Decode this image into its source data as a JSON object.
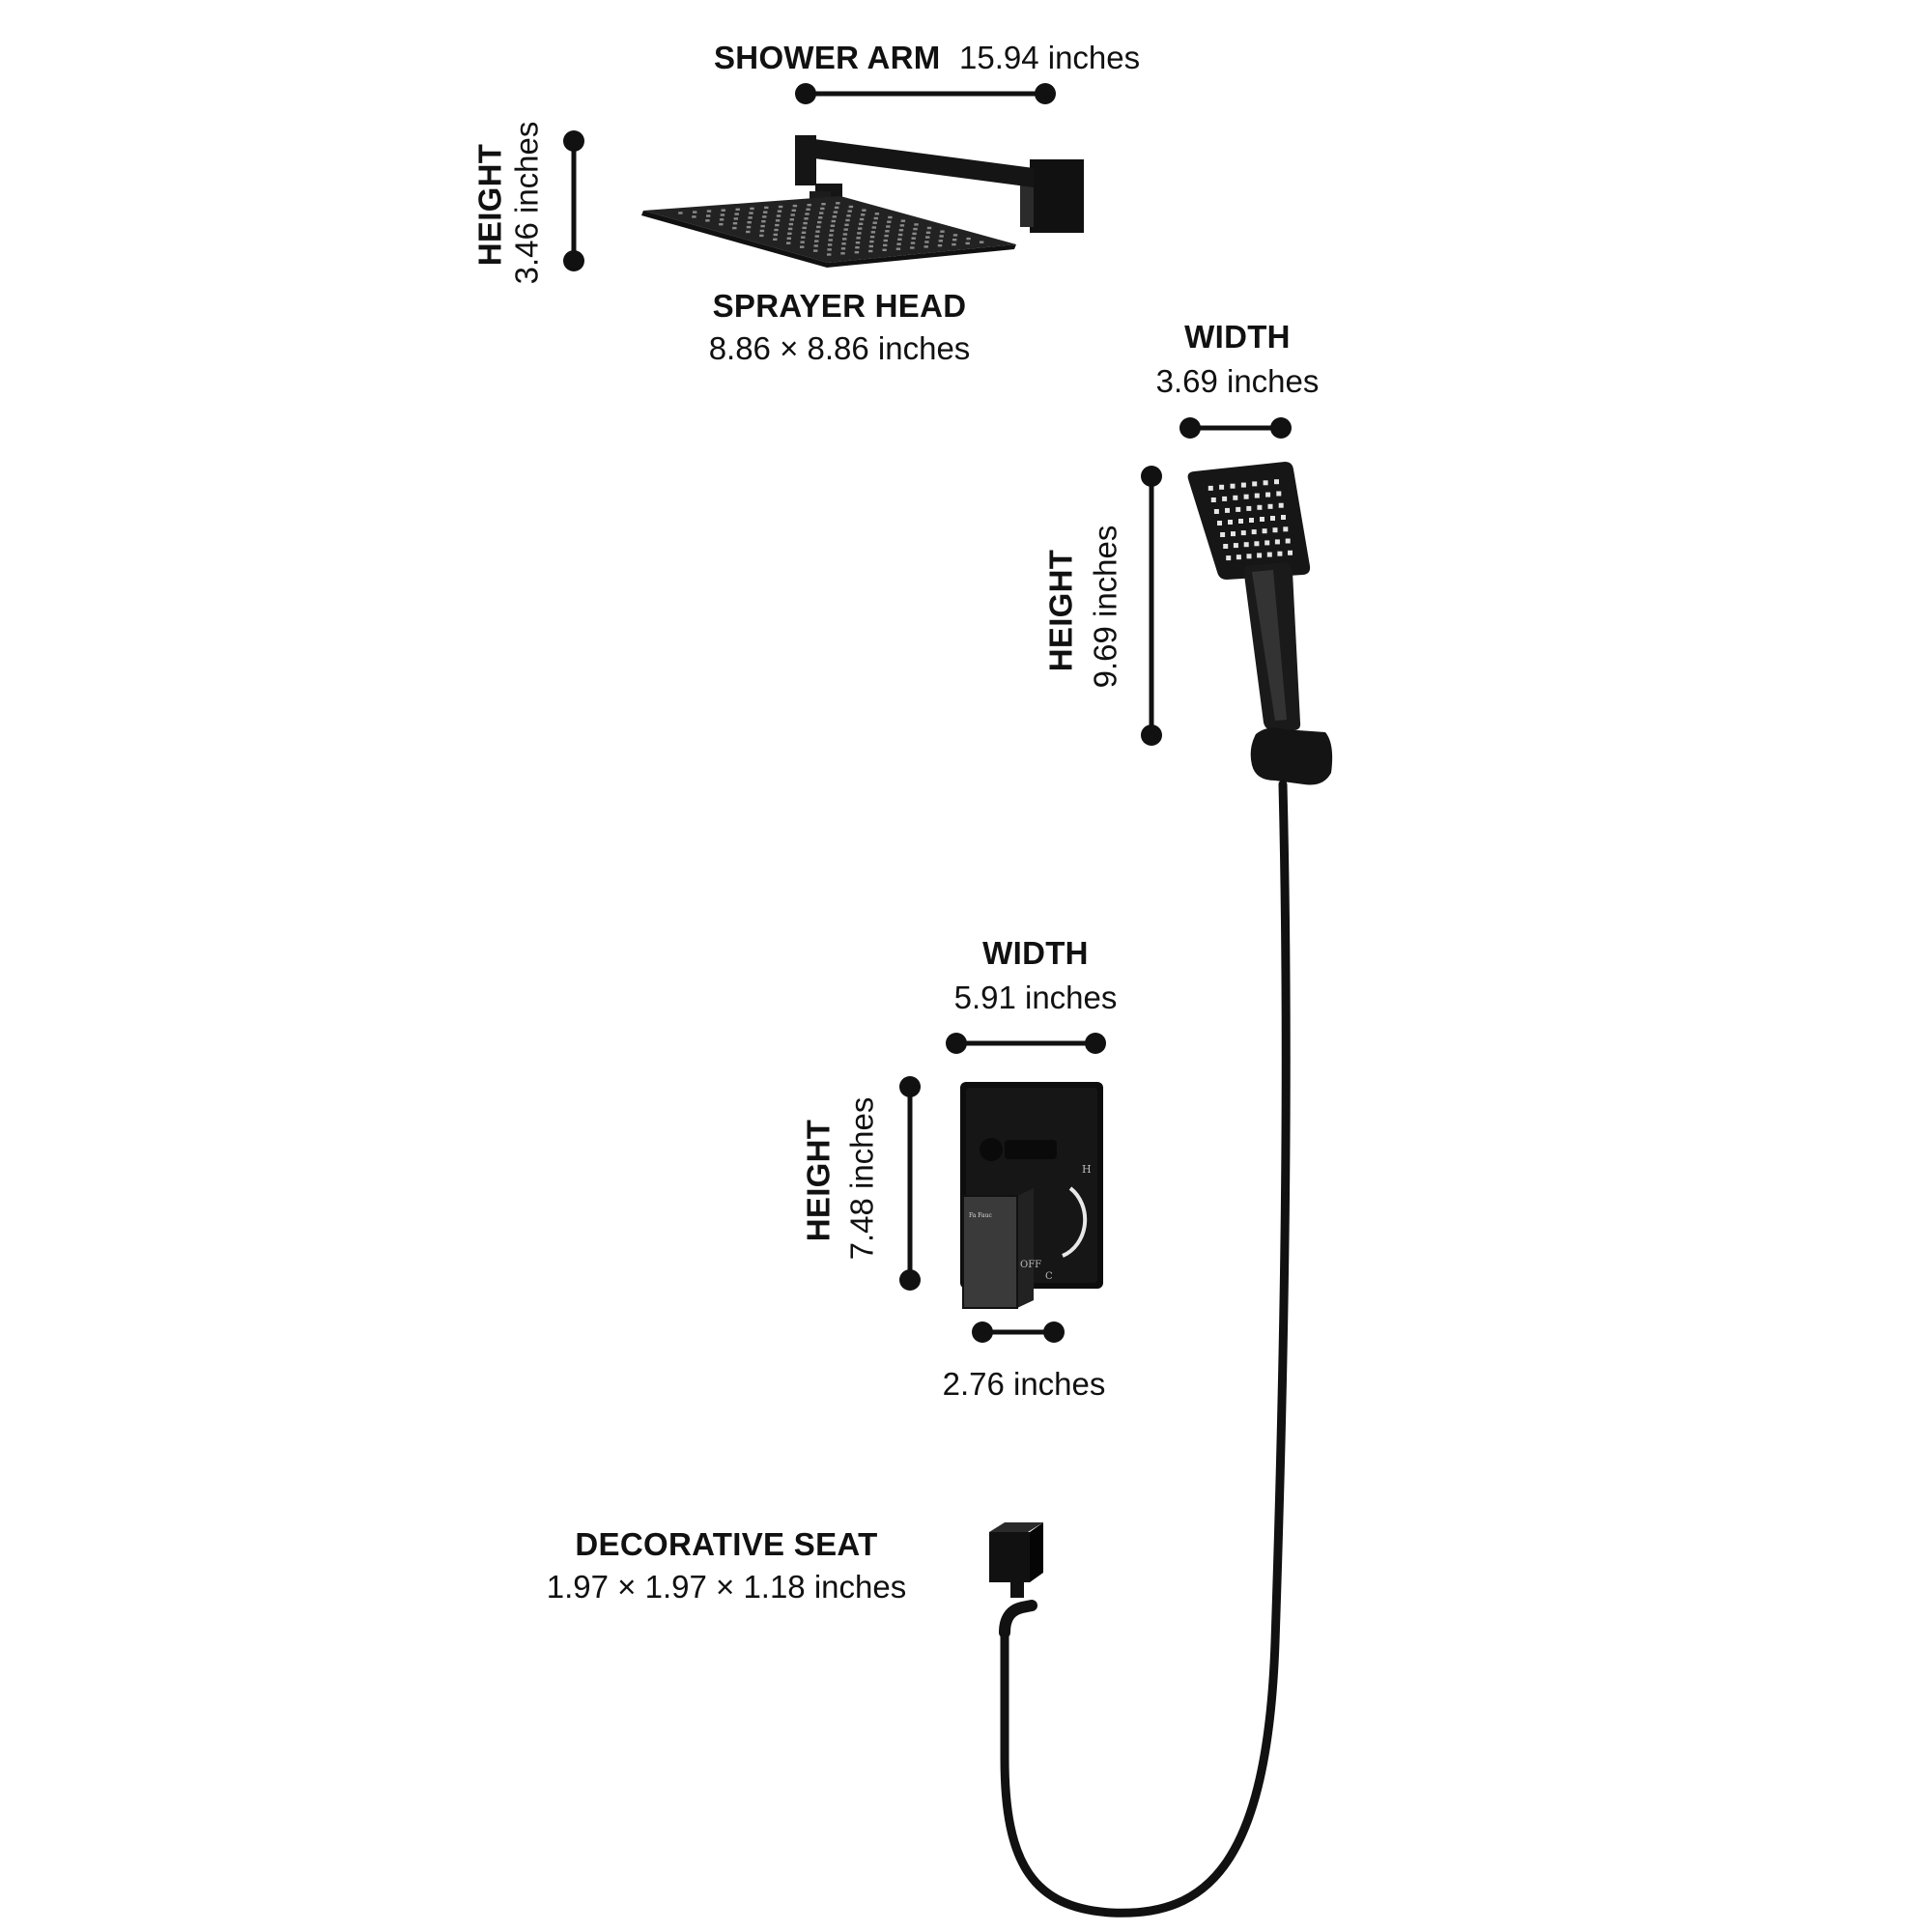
{
  "colors": {
    "fixture": "#111111",
    "fixture_highlight": "#3a3a3a",
    "text": "#111111",
    "background": "#ffffff"
  },
  "shower_arm": {
    "title": "SHOWER ARM",
    "value": "15.94 inches"
  },
  "sprayer_head": {
    "title": "SPRAYER HEAD",
    "value": "8.86 × 8.86 inches",
    "height_title": "HEIGHT",
    "height_value": "3.46 inches"
  },
  "handheld": {
    "width_title": "WIDTH",
    "width_value": "3.69 inches",
    "height_title": "HEIGHT",
    "height_value": "9.69 inches"
  },
  "valve": {
    "width_title": "WIDTH",
    "width_value": "5.91 inches",
    "height_title": "HEIGHT",
    "height_value": "7.48 inches",
    "handle_value": "2.76 inches",
    "marks": {
      "hot": "H",
      "off": "OFF",
      "cold": "C"
    }
  },
  "decorative_seat": {
    "title": "DECORATIVE SEAT",
    "value": "1.97 × 1.97 × 1.18 inches"
  }
}
